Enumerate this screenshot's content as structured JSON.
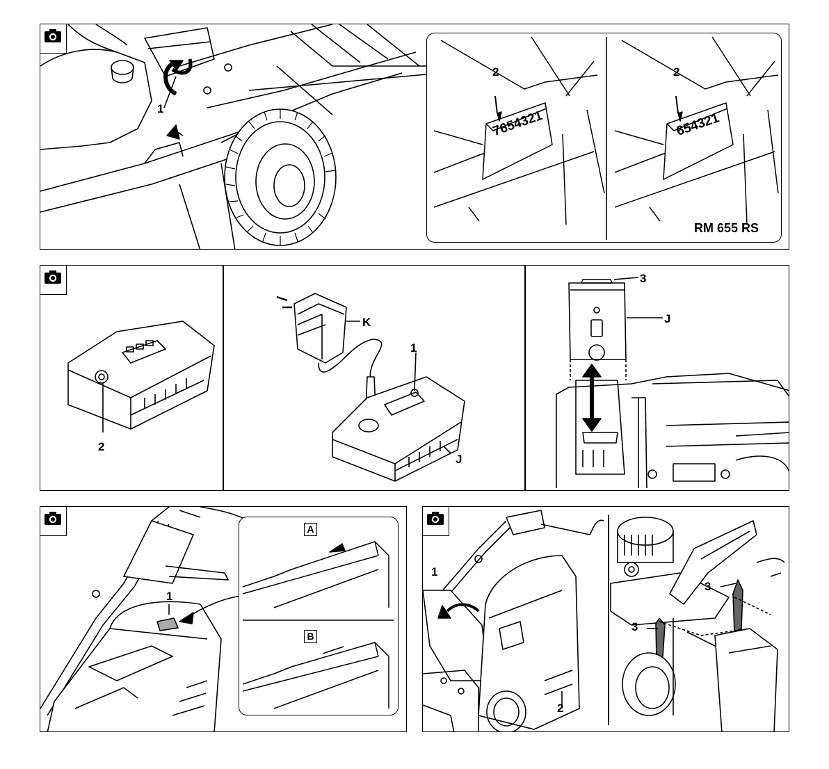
{
  "figures": [
    {
      "id": "fig1",
      "camera_icon": "camera-icon",
      "labels": {
        "lever": "1",
        "serial_left": "2",
        "serial_right": "2"
      },
      "serial_left": "7654321",
      "serial_right": "654321",
      "model": "RM 655 RS"
    },
    {
      "id": "fig2",
      "camera_icon": "camera-icon",
      "labels": {
        "battery_socket": "2",
        "charger": "K",
        "led_button": "1",
        "battery_pack": "J",
        "battery_upright": "J",
        "handle": "3"
      }
    },
    {
      "id": "fig3",
      "camera_icon": "camera-icon",
      "labels": {
        "indicator": "1",
        "state_a": "A",
        "state_b": "B"
      }
    },
    {
      "id": "fig4",
      "camera_icon": "camera-icon",
      "labels": {
        "flap": "1",
        "catcher": "2",
        "hook_right": "3",
        "hook_left": "3"
      }
    }
  ]
}
